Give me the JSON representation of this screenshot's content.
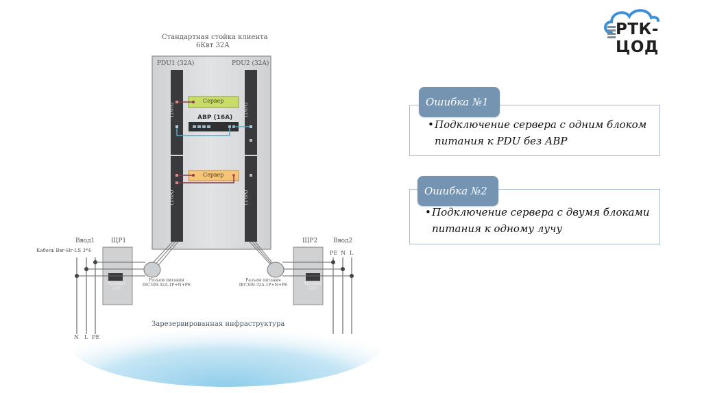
{
  "logo": {
    "text": "РТК-ЦОД",
    "icon": "cloud-server-icon"
  },
  "diagram": {
    "rack_title_line1": "Стандартная стойка клиента",
    "rack_title_line2": "6Квт 32А",
    "pdu1_label": "PDU1 (32A)",
    "pdu2_label": "PDU2 (32A)",
    "breaker_label": "(16A)",
    "server_label": "Сервер",
    "ats_label": "АВР (16А)",
    "input1_label": "Ввод1",
    "input2_label": "Ввод2",
    "panel1_label": "ЩР1",
    "panel2_label": "ЩР2",
    "cable_label": "Кабель Ввг-Нг-LS 3*4",
    "breaker_box_line1": "Автомат",
    "breaker_box_line2": "32А",
    "connector_line1": "Разъем питания",
    "connector_line2": "IEC309-32A-1P+N+PE",
    "wires_left": [
      "N",
      "L",
      "PE"
    ],
    "wires_right": [
      "PE",
      "N",
      "L"
    ],
    "infrastructure_label": "Зарезервированная инфраструктура",
    "colors": {
      "server1_fill": "#c9dc6a",
      "server2_fill": "#f5c477",
      "power_line": "#8a3a4a",
      "ats_line": "#5aa7c4"
    }
  },
  "errors": [
    {
      "title": "Ошибка №1",
      "text_line1": "Подключение сервера с одним блоком",
      "text_line2": "питания к PDU без АВР"
    },
    {
      "title": "Ошибка №2",
      "text_line1": "Подключение сервера с двумя блоками",
      "text_line2": "питания к одному лучу"
    }
  ],
  "colors": {
    "tag_bg": "#7594b1",
    "callout_border": "#a8b8c8"
  }
}
